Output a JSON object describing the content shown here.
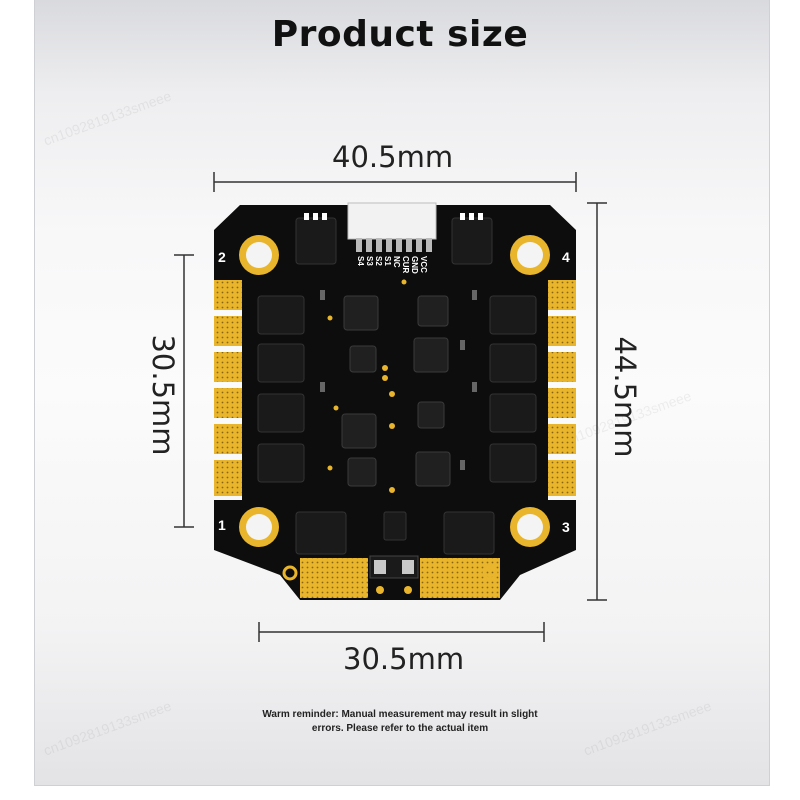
{
  "title": "Product size",
  "dimensions": {
    "top_width": "40.5mm",
    "bottom_width": "30.5mm",
    "left_height": "30.5mm",
    "right_height": "44.5mm"
  },
  "board": {
    "connector_labels": [
      "S4",
      "S3",
      "S2",
      "S1",
      "NC",
      "CUR",
      "GND",
      "VCC"
    ],
    "corner_numbers": [
      "1",
      "2",
      "3",
      "4"
    ]
  },
  "note": {
    "line1": "Warm reminder: Manual measurement may result in slight",
    "line2": "errors. Please refer to the actual item"
  },
  "watermarks": [
    "cn1092819133smeee",
    "cn1092819133smeee",
    "cn1092819133smeee",
    "cn1092819133smeee"
  ],
  "colors": {
    "board": "#0d0d0d",
    "pads": "#e8b52c",
    "accent": "#ffffff"
  }
}
